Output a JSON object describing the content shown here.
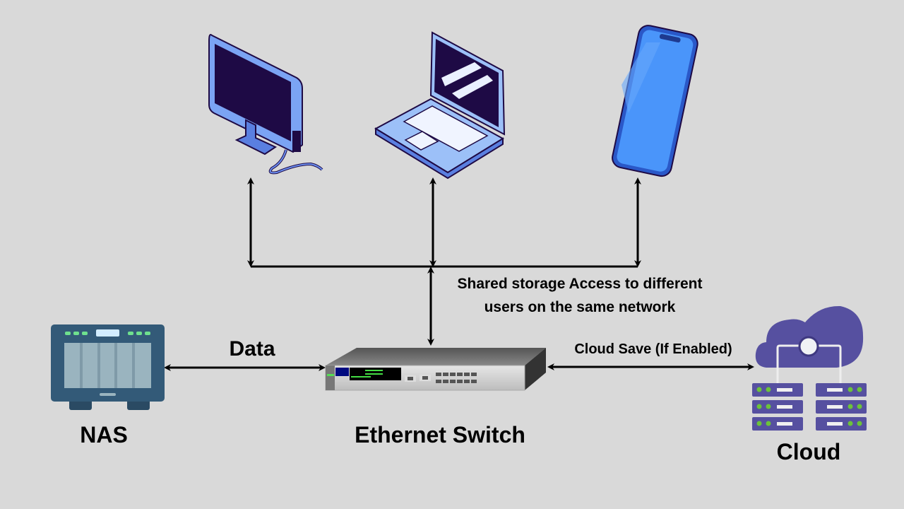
{
  "labels": {
    "shared_line1": "Shared storage Access to different",
    "shared_line2": "users on the same network",
    "data": "Data",
    "cloud_save": "Cloud Save (If Enabled)",
    "nas": "NAS",
    "switch": "Ethernet Switch",
    "cloud": "Cloud"
  },
  "colors": {
    "background": "#d9d9d9",
    "device_blue": "#4a90f0",
    "screen_dark": "#1e0a45",
    "nas": "#335a78",
    "cloud": "#5650a0"
  }
}
